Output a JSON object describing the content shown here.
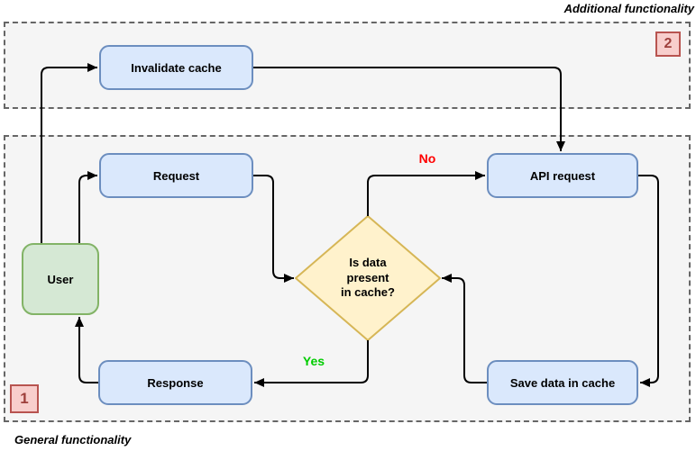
{
  "diagram": {
    "type": "flowchart",
    "topic": "cache request flow"
  },
  "regions": {
    "additional": {
      "label": "Additional functionality",
      "badge": "2"
    },
    "general": {
      "label": "General functionality",
      "badge": "1"
    }
  },
  "nodes": {
    "user": {
      "label": "User"
    },
    "invalidate_cache": {
      "label": "Invalidate cache"
    },
    "request": {
      "label": "Request"
    },
    "api_request": {
      "label": "API request"
    },
    "response": {
      "label": "Response"
    },
    "save_data": {
      "label": "Save data in cache"
    },
    "decision": {
      "label": "Is data present in cache?",
      "lines": [
        "Is data",
        "present",
        "in cache?"
      ]
    }
  },
  "edge_labels": {
    "no": "No",
    "yes": "Yes"
  },
  "edges": [
    "User -> Invalidate cache",
    "Invalidate cache -> API request",
    "User -> Request",
    "Request -> Is data present in cache?",
    "Is data present in cache? -No-> API request",
    "API request -> Save data in cache",
    "Save data in cache -> Is data present in cache?",
    "Is data present in cache? -Yes-> Response",
    "Response -> User"
  ],
  "palette": {
    "region_fill": "#f5f5f5",
    "region_border": "#666666",
    "blue_fill": "#dae8fc",
    "blue_border": "#6c8ebf",
    "green_fill": "#d5e8d4",
    "green_border": "#82b366",
    "yellow_fill": "#fff2cc",
    "yellow_border": "#d6b656",
    "badge_fill": "#f8cecc",
    "badge_border": "#b85450",
    "no_label": "#ff0000",
    "yes_label": "#00cc00",
    "edge_stroke": "#000000"
  }
}
